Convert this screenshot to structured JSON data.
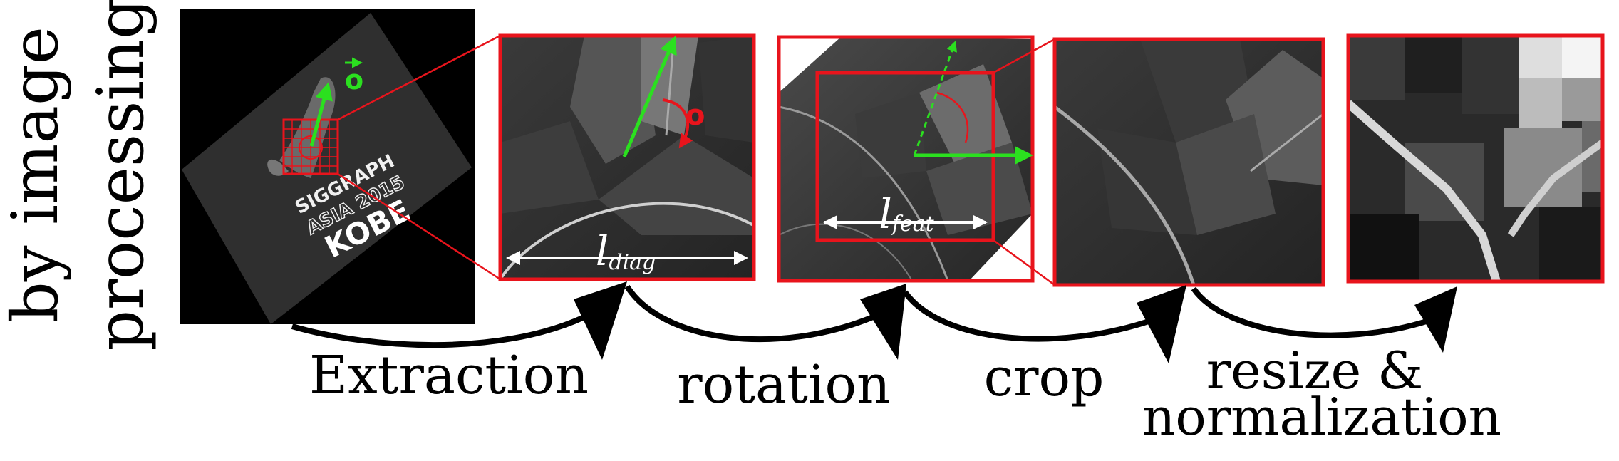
{
  "side_label": {
    "line1": "by image",
    "line2": "processing"
  },
  "logo": {
    "line1": "SIGGRAPH",
    "line2": "ASIA 2015",
    "line3": "KOBE"
  },
  "vectors": {
    "o_vector": "o",
    "o_angle": "o"
  },
  "dimensions": {
    "l_diag_main": "l",
    "l_diag_sub": "diag",
    "l_feat_main": "l",
    "l_feat_sub": "feat"
  },
  "steps": {
    "extraction": "Extraction",
    "rotation": "rotation",
    "crop": "crop",
    "resize_line1": "resize &",
    "resize_line2": "normalization"
  },
  "colors": {
    "frame_red": "#e8141c",
    "vector_green": "#2be01f",
    "arrow_black": "#000000",
    "panel_dark": "#2f2f2f"
  }
}
